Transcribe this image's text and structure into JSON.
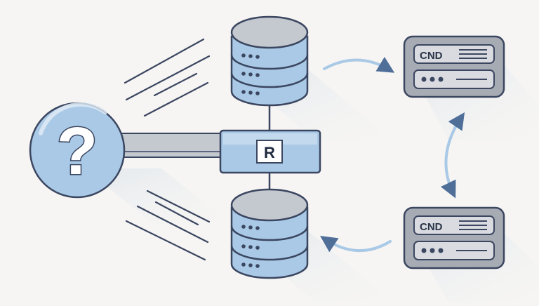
{
  "colors": {
    "background": "#f6f5f3",
    "outline": "#3b4660",
    "accent_blue": "#a9c9e6",
    "accent_blue_light": "#cfe1f1",
    "gray_top": "#c4c8cf",
    "server_face": "#a7abb3",
    "server_panel": "#d9dbe0",
    "arrow": "#6f97c4"
  },
  "question_node": {
    "icon": "question-mark-icon",
    "glyph": "?"
  },
  "router": {
    "label": "R"
  },
  "databases": [
    {
      "name": "top",
      "icon": "database-icon"
    },
    {
      "name": "bottom",
      "icon": "database-icon"
    }
  ],
  "servers": [
    {
      "name": "top",
      "icon": "server-icon",
      "label": "CND"
    },
    {
      "name": "bottom",
      "icon": "server-icon",
      "label": "CND"
    }
  ]
}
